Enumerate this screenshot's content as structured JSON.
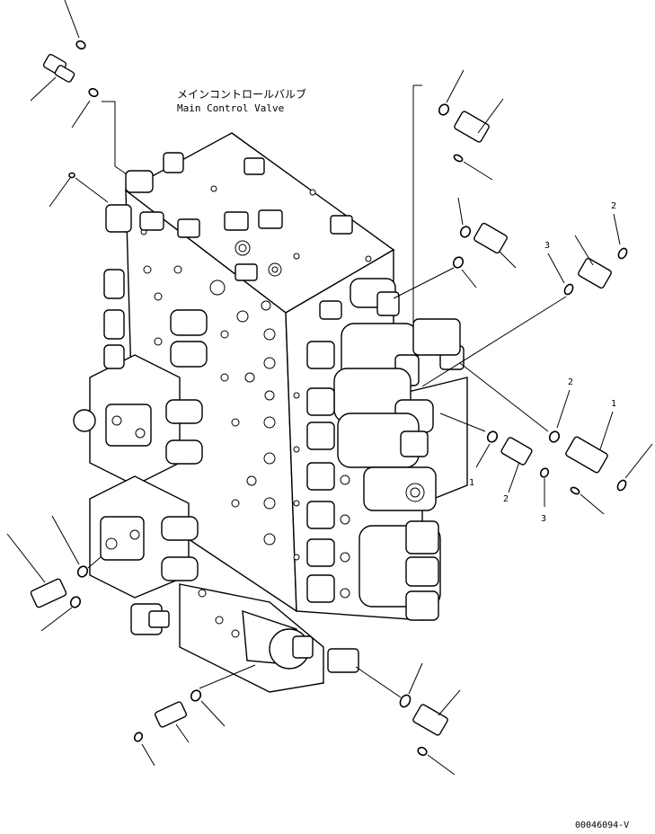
{
  "title_jp": "メインコントロールバルブ",
  "title_en": "Main Control Valve",
  "drawing_code": "00046094-V",
  "callouts": {
    "c1a": "1",
    "c1b": "1",
    "c2a": "2",
    "c2b": "2",
    "c2c": "2",
    "c3a": "3",
    "c3b": "3"
  },
  "colors": {
    "line": "#000000",
    "background": "#ffffff"
  }
}
